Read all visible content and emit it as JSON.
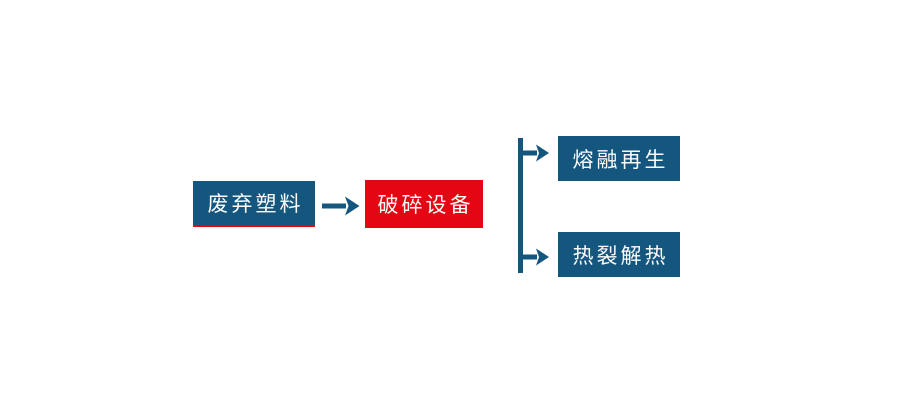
{
  "colors": {
    "primary_blue": "#14567e",
    "accent_red": "#e50613",
    "background": "#ffffff",
    "text": "#fbfbfb"
  },
  "diagram": {
    "type": "flowchart",
    "nodes": [
      {
        "id": "waste-plastic",
        "label": "废弃塑料",
        "shape": "rect",
        "fill": "#14567e",
        "underline": "#e50613"
      },
      {
        "id": "crushing-equipment",
        "label": "破碎设备",
        "shape": "rect",
        "fill": "#e50613"
      },
      {
        "id": "melt-regeneration",
        "label": "熔融再生",
        "shape": "rect",
        "fill": "#14567e"
      },
      {
        "id": "pyrolysis-heat",
        "label": "热裂解热",
        "shape": "rect",
        "fill": "#14567e"
      }
    ],
    "edges": [
      {
        "from": "waste-plastic",
        "to": "crushing-equipment",
        "style": "arrow-right"
      },
      {
        "from": "crushing-equipment",
        "to": "melt-regeneration",
        "style": "branch-arrow-right"
      },
      {
        "from": "crushing-equipment",
        "to": "pyrolysis-heat",
        "style": "branch-arrow-right"
      }
    ]
  }
}
